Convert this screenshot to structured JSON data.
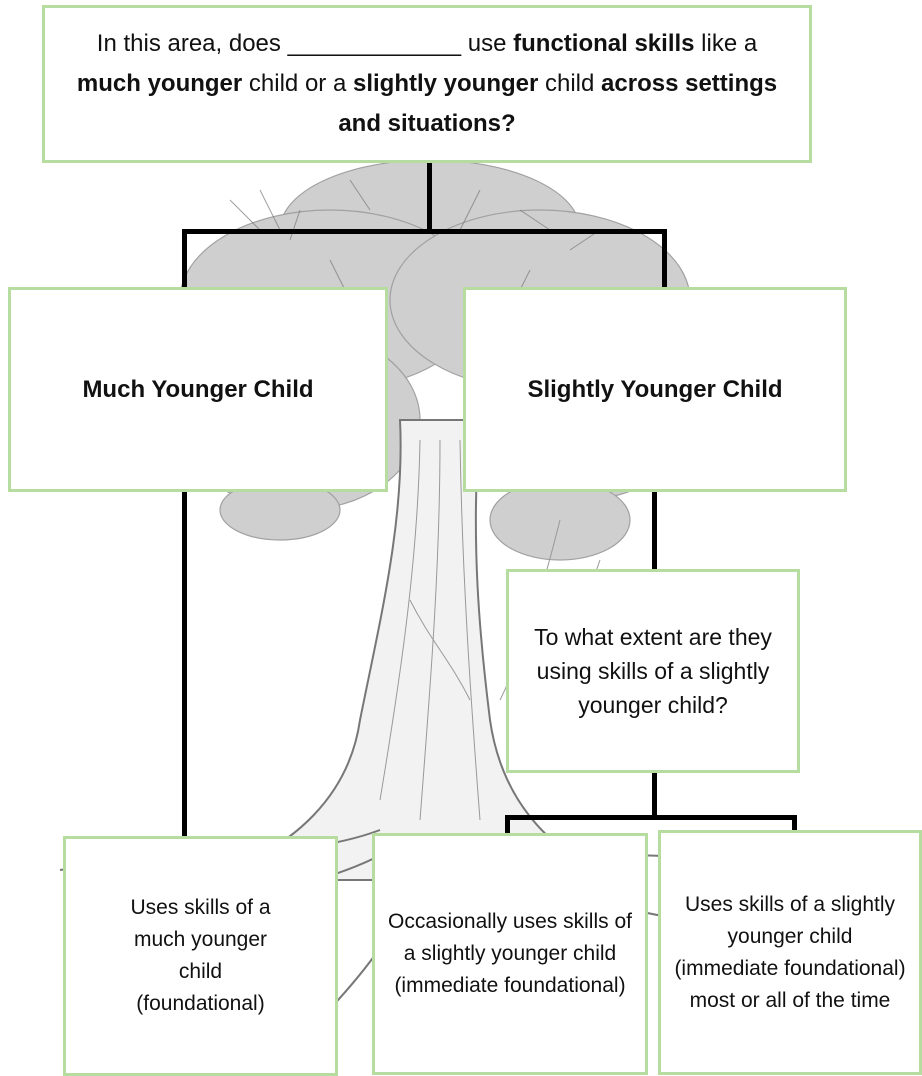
{
  "question": {
    "part1": "In this area, does ",
    "blank": "_____________",
    "part2": " use ",
    "bold1": "functional skills",
    "part3": " like a ",
    "bold2": "much younger",
    "part4": " child or a ",
    "bold3": "slightly younger",
    "part5": " child ",
    "bold4": "across settings and situations?"
  },
  "categories": {
    "much_younger": "Much Younger Child",
    "slightly_younger": "Slightly Younger Child"
  },
  "follow_up": "To what extent are they using skills of a slightly younger child?",
  "outcomes": {
    "foundational": "Uses skills of a much younger child (foundational)",
    "occasional": "Occasionally uses skills of a slightly younger child (immediate foundational)",
    "most_time": "Uses skills of a slightly younger child (immediate foundational) most or all of the time"
  },
  "colors": {
    "box_border": "#b6dca0",
    "connector": "#000000",
    "tree_stroke": "#8a8a8a",
    "foliage": "#b8b8b8"
  }
}
